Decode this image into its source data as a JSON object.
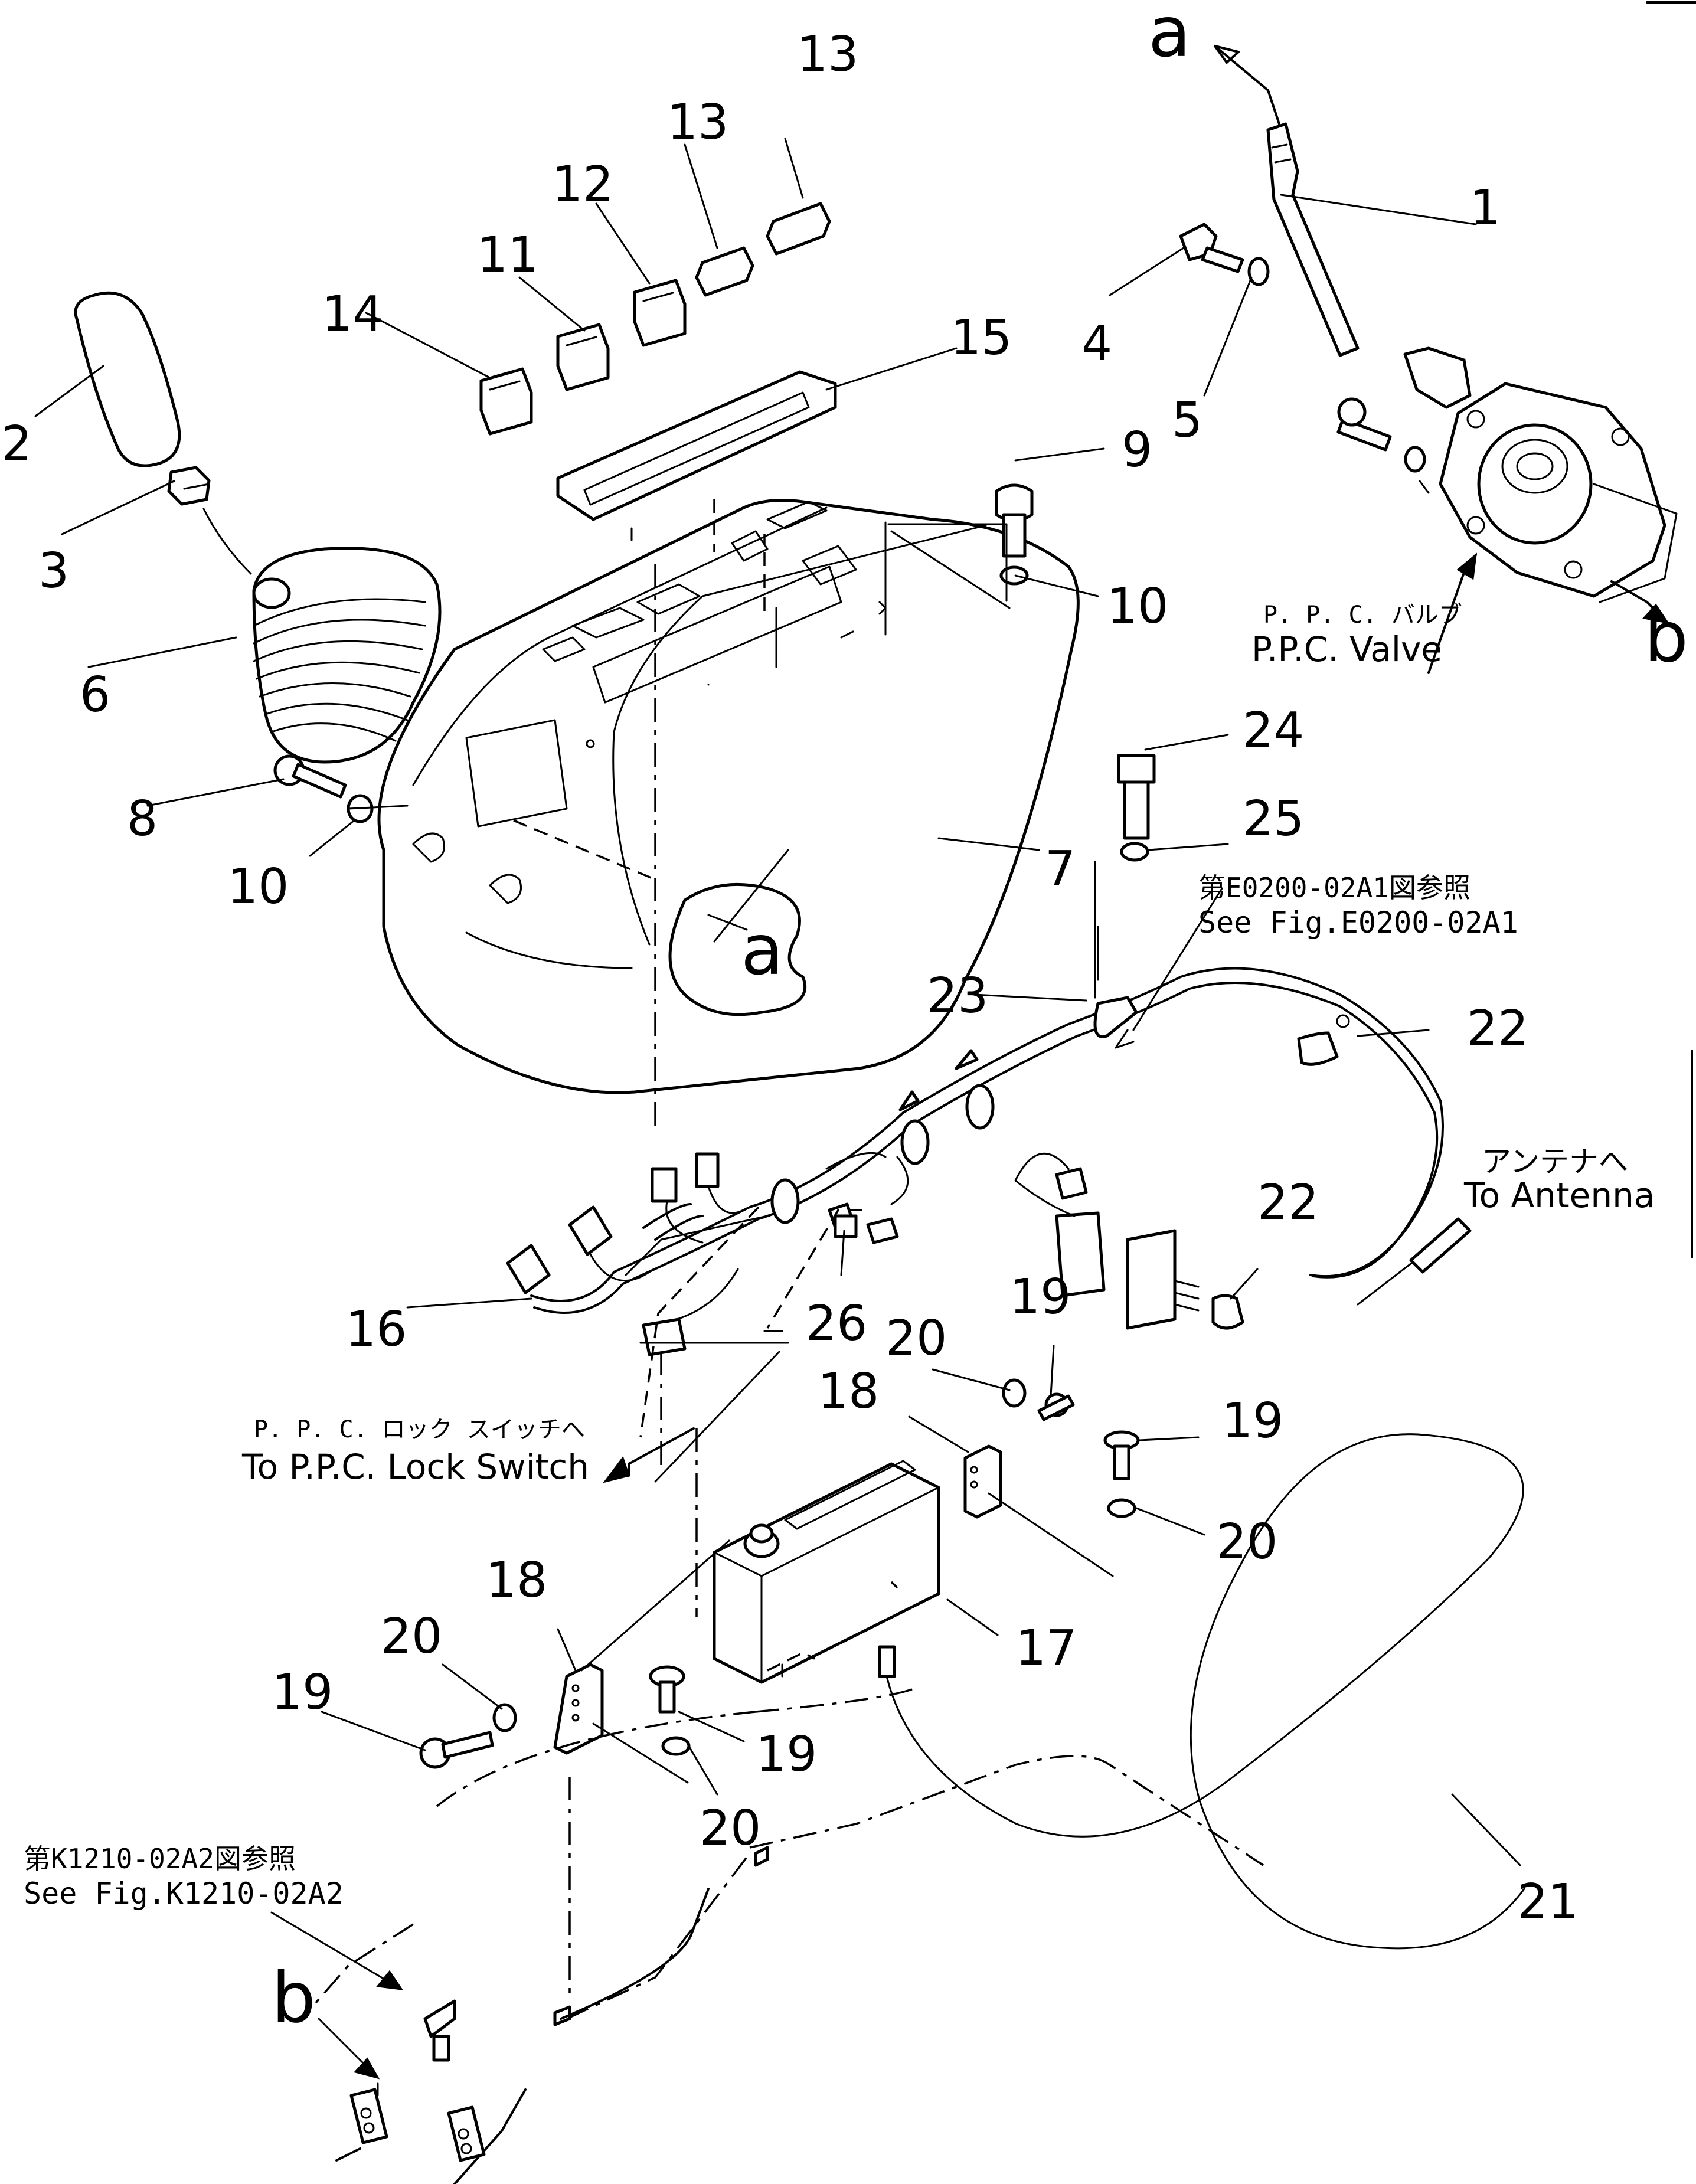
{
  "part_numbers": {
    "p1": "1",
    "p2": "2",
    "p3": "3",
    "p4": "4",
    "p5": "5",
    "p6": "6",
    "p7": "7",
    "p8": "8",
    "p9": "9",
    "p10a": "10",
    "p10b": "10",
    "p11": "11",
    "p12": "12",
    "p13a": "13",
    "p13b": "13",
    "p14": "14",
    "p15": "15",
    "p16": "16",
    "p17": "17",
    "p18a": "18",
    "p18b": "18",
    "p19a": "19",
    "p19b": "19",
    "p19c": "19",
    "p19d": "19",
    "p20a": "20",
    "p20b": "20",
    "p20c": "20",
    "p20d": "20",
    "p21": "21",
    "p22a": "22",
    "p22b": "22",
    "p23": "23",
    "p24": "24",
    "p25": "25",
    "p26": "26"
  },
  "connection_letters": {
    "a_top": "a",
    "a_body": "a",
    "b_valve": "b",
    "b_floor": "b"
  },
  "notes": {
    "ppc_valve_jp": "P. P. C. バルブ",
    "ppc_valve_en": "P.P.C. Valve",
    "fig_e0200_jp": "第E0200-02A1図参照",
    "fig_e0200_en": "See Fig.E0200-02A1",
    "antenna_jp": "アンテナへ",
    "antenna_en": "To Antenna",
    "lock_switch_jp": "P. P. C. ロック スイッチへ",
    "lock_switch_en": "To P.P.C. Lock Switch",
    "fig_k1210_jp": "第K1210-02A2図参照",
    "fig_k1210_en": "See Fig.K1210-02A2"
  }
}
